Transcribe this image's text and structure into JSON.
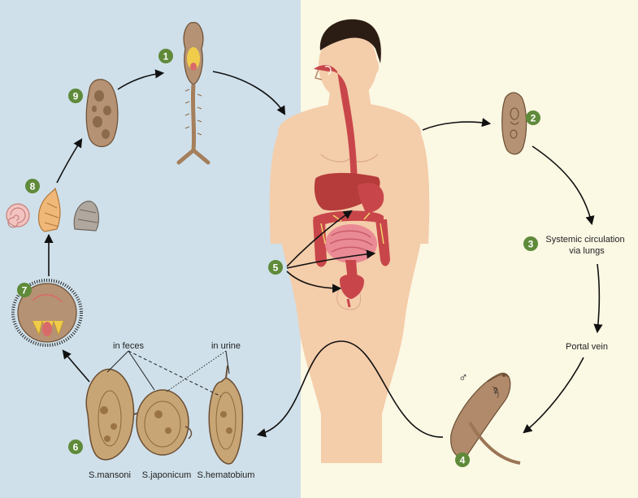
{
  "colors": {
    "water_bg": "#cfe0ea",
    "host_bg": "#fbf8e4",
    "badge": "#5f8a3a",
    "badge_3_text": "#f2e23a",
    "skin": "#f4cdaa",
    "hair": "#2b1d14",
    "organ_red": "#c8464a",
    "liver": "#b53c3a",
    "intestine": "#e98a94",
    "parasite": "#b59273",
    "egg": "#c8a574",
    "egg_dark": "#7a5a30"
  },
  "steps": [
    {
      "id": "1",
      "label": "1",
      "icon": "cercaria-icon"
    },
    {
      "id": "2",
      "label": "2",
      "icon": "schistosomulum-icon"
    },
    {
      "id": "3",
      "label": "3",
      "text": "Systemic circulation\nvia lungs"
    },
    {
      "id": "portal",
      "text": "Portal vein"
    },
    {
      "id": "4",
      "label": "4",
      "icon": "adult-worms-icon"
    },
    {
      "id": "5",
      "label": "5",
      "icon": "organs-icon"
    },
    {
      "id": "6",
      "label": "6",
      "icon": "eggs-icon"
    },
    {
      "id": "7",
      "label": "7",
      "icon": "miracidium-icon"
    },
    {
      "id": "8",
      "label": "8",
      "icon": "snails-icon"
    },
    {
      "id": "9",
      "label": "9",
      "icon": "sporocyst-icon"
    }
  ],
  "labels": {
    "step3_line1": "Systemic circulation",
    "step3_line2": "via lungs",
    "portal_vein": "Portal vein",
    "in_feces": "in feces",
    "in_urine": "in urine",
    "male_symbol": "♂",
    "female_symbol": "♀"
  },
  "eggs": [
    {
      "name": "S.mansoni"
    },
    {
      "name": "S.japonicum"
    },
    {
      "name": "S.hematobium"
    }
  ]
}
